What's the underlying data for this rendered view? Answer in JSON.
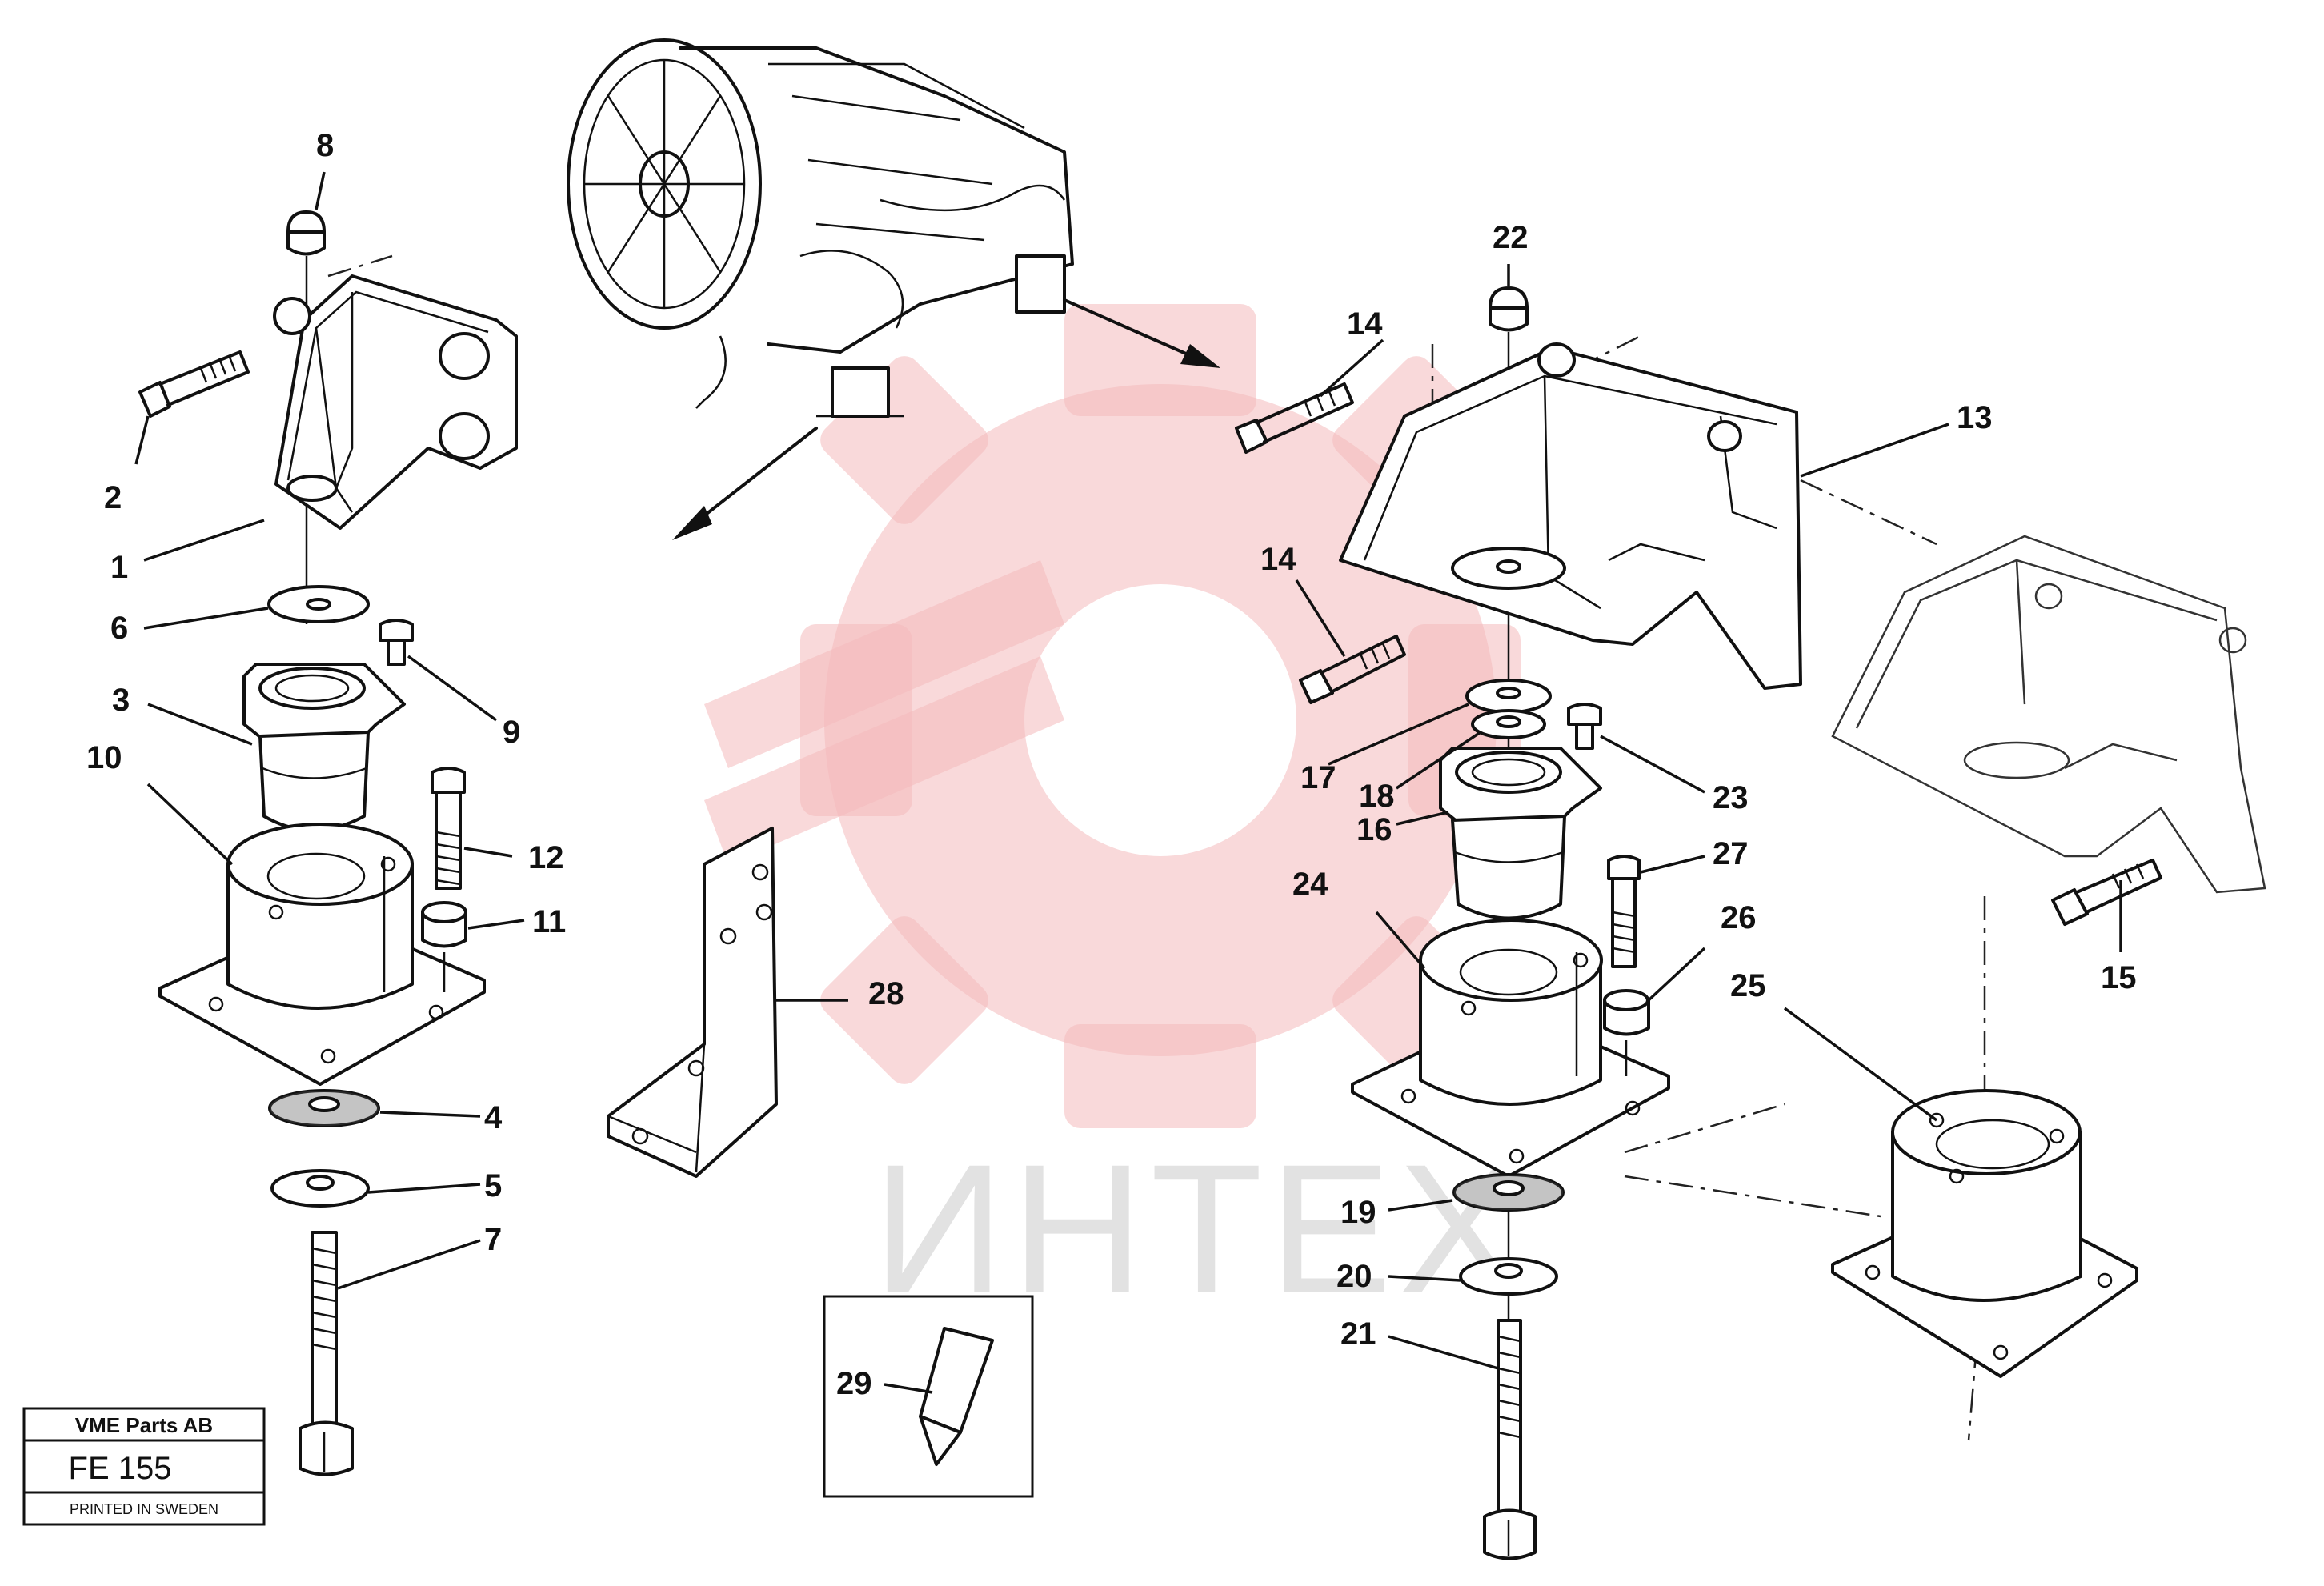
{
  "watermark": {
    "text": "ИНТЕХ",
    "color": "#f4b9bb"
  },
  "title_block": {
    "organization": "VME Parts AB",
    "drawing_code": "FE 155",
    "printed": "PRINTED IN SWEDEN"
  },
  "callouts": {
    "c1": "1",
    "c2": "2",
    "c3": "3",
    "c4": "4",
    "c5": "5",
    "c6": "6",
    "c7": "7",
    "c8": "8",
    "c9": "9",
    "c10": "10",
    "c11": "11",
    "c12": "12",
    "c13": "13",
    "c14a": "14",
    "c14b": "14",
    "c15": "15",
    "c16": "16",
    "c17": "17",
    "c18": "18",
    "c19": "19",
    "c20": "20",
    "c21": "21",
    "c22": "22",
    "c23": "23",
    "c24": "24",
    "c25": "25",
    "c26": "26",
    "c27": "27",
    "c28": "28",
    "c29": "29"
  }
}
